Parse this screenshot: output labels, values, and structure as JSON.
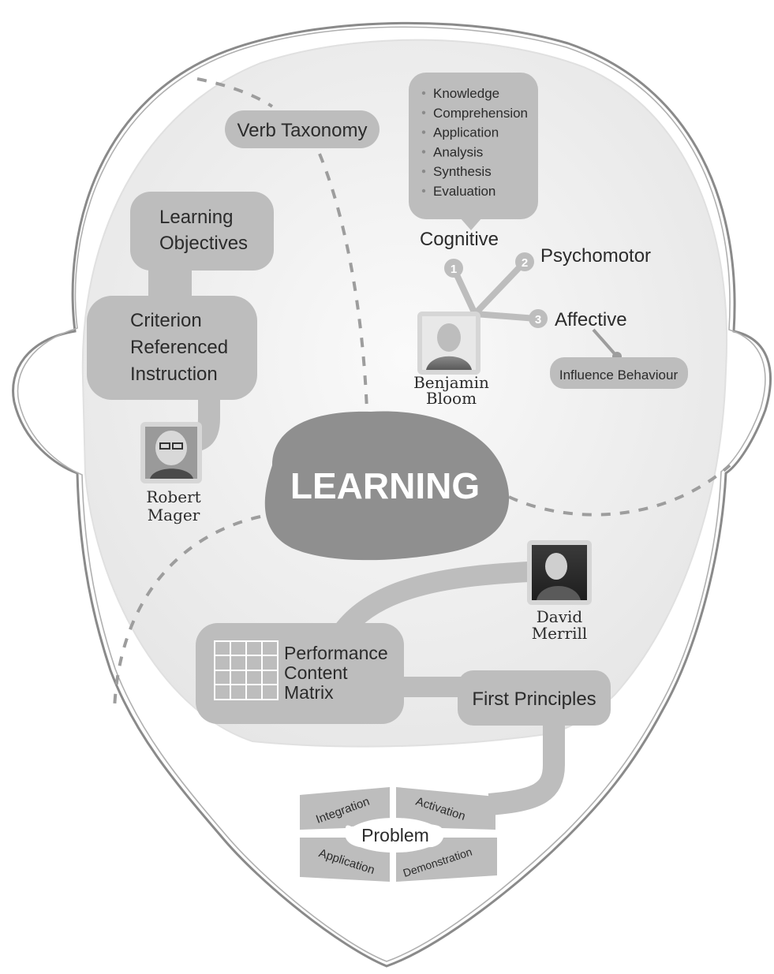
{
  "center": {
    "label": "LEARNING"
  },
  "verb_taxonomy": {
    "label": "Verb Taxonomy"
  },
  "learning_objectives": {
    "line1": "Learning",
    "line2": "Objectives"
  },
  "criterion": {
    "line1": "Criterion",
    "line2": "Referenced",
    "line3": "Instruction"
  },
  "mager": {
    "first": "Robert",
    "last": "Mager"
  },
  "bloom": {
    "first": "Benjamin",
    "last": "Bloom",
    "cognitive_levels": [
      "Knowledge",
      "Comprehension",
      "Application",
      "Analysis",
      "Synthesis",
      "Evaluation"
    ],
    "domains": [
      {
        "number": "1",
        "label": "Cognitive"
      },
      {
        "number": "2",
        "label": "Psychomotor"
      },
      {
        "number": "3",
        "label": "Affective"
      }
    ],
    "influence": "Influence Behaviour"
  },
  "merrill": {
    "first": "David",
    "last": "Merrill"
  },
  "performance_matrix": {
    "line1": "Performance",
    "line2": "Content",
    "line3": "Matrix"
  },
  "first_principles": {
    "label": "First Principles"
  },
  "principles_wheel": {
    "center": "Problem",
    "integration": "Integration",
    "activation": "Activation",
    "application": "Application",
    "demonstration": "Demonstration"
  },
  "colors": {
    "bubble": "#bdbdbd",
    "head_fill": "#efefef",
    "head_outline": "#8a8a8a",
    "dashed_line": "#9d9d9d",
    "text": "#2b2b2b",
    "center_text": "#ffffff"
  }
}
